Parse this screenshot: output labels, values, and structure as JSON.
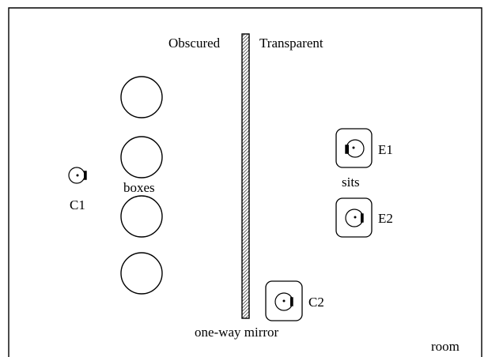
{
  "labels": {
    "obscured": "Obscured",
    "transparent": "Transparent",
    "boxes": "boxes",
    "sits": "sits",
    "mirror": "one-way mirror",
    "room": "room"
  },
  "people": {
    "c1": "C1",
    "c2": "C2",
    "e1": "E1",
    "e2": "E2"
  },
  "colors": {
    "line": "#000000",
    "background": "#ffffff"
  }
}
